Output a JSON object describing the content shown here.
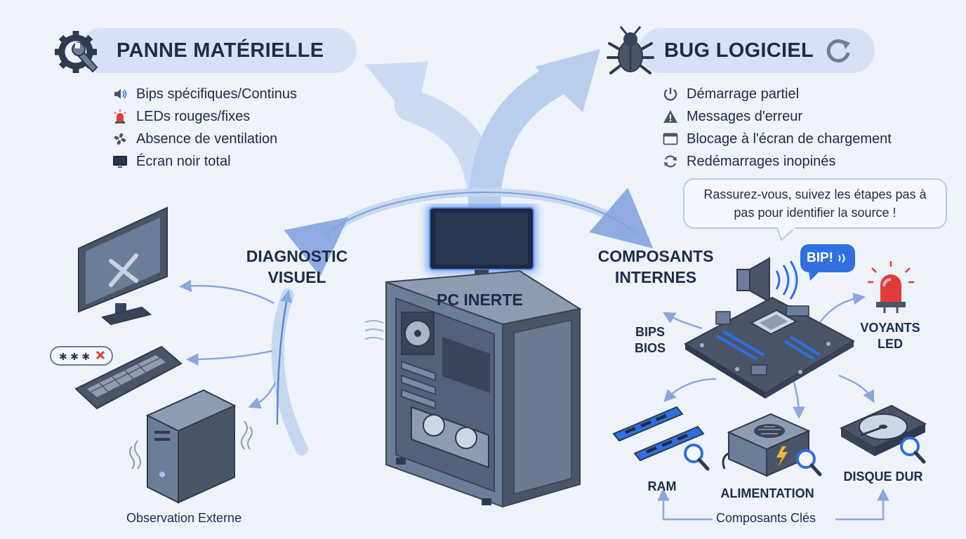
{
  "hardware": {
    "title": "PANNE MATÉRIELLE",
    "icon": "gear-wrench-icon",
    "symptoms": [
      {
        "icon": "speaker-icon",
        "text": "Bips spécifiques/Continus"
      },
      {
        "icon": "alarm-light-icon",
        "text": "LEDs rouges/fixes"
      },
      {
        "icon": "fan-icon",
        "text": "Absence de ventilation"
      },
      {
        "icon": "monitor-icon",
        "text": "Écran noir total"
      }
    ]
  },
  "software": {
    "title": "BUG LOGICIEL",
    "icon": "bug-icon",
    "symptoms": [
      {
        "icon": "power-icon",
        "text": "Démarrage partiel"
      },
      {
        "icon": "warning-icon",
        "text": "Messages d'erreur"
      },
      {
        "icon": "window-icon",
        "text": "Blocage à l'écran de chargement"
      },
      {
        "icon": "refresh-icon",
        "text": "Redémarrages inopinés"
      }
    ]
  },
  "center": {
    "label": "PC INERTE"
  },
  "visual": {
    "line1": "DIAGNOSTIC",
    "line2": "VISUEL",
    "footer": "Observation Externe"
  },
  "internal": {
    "line1": "COMPOSANTS",
    "line2": "INTERNES",
    "bubble": "Rassurez-vous, suivez les étapes pas à pas pour identifier la source !",
    "bip": "BIP!",
    "beeps_line1": "BIPS",
    "beeps_line2": "BIOS",
    "leds_line1": "VOYANTS",
    "leds_line2": "LED",
    "ram": "RAM",
    "psu": "ALIMENTATION",
    "disk": "DISQUE DUR",
    "footer": "Composants Clés"
  },
  "colors": {
    "accent": "#2f6fe0",
    "pill": "#d6e1f5",
    "arrow": "#8aa8de",
    "device": "#4b5568",
    "danger": "#e23b3b"
  }
}
